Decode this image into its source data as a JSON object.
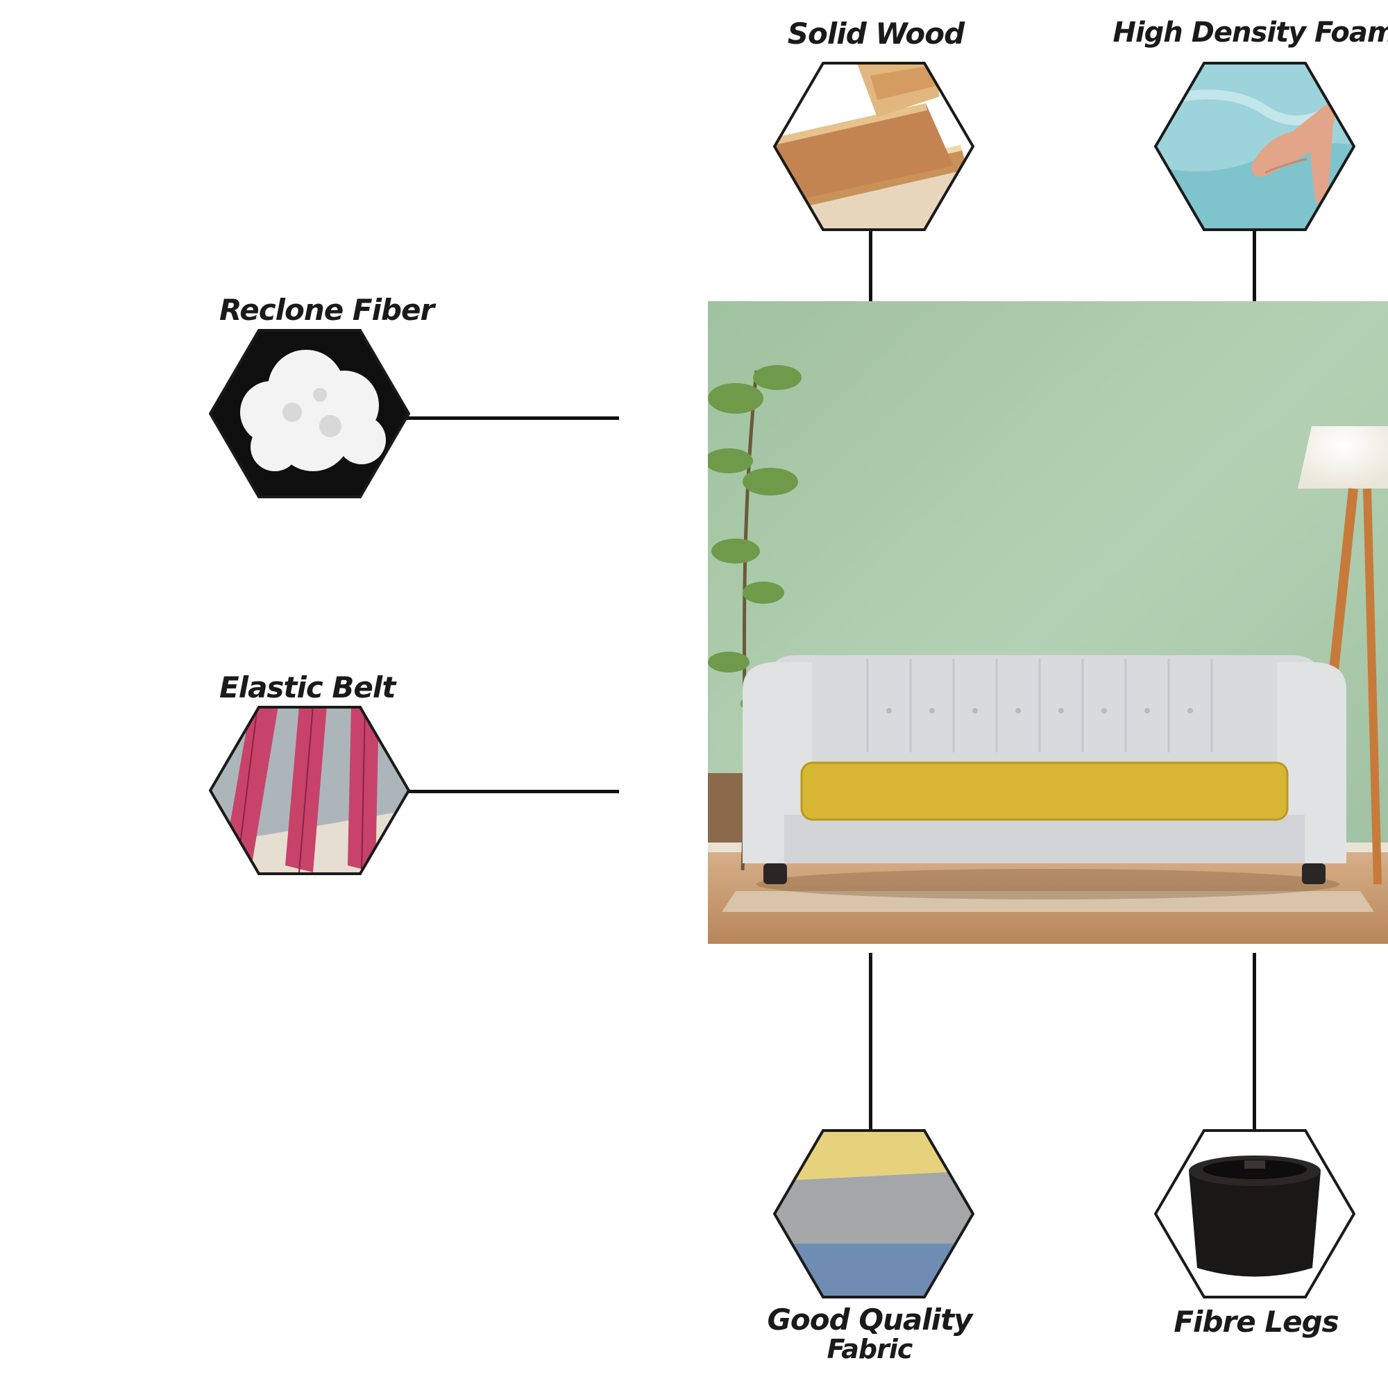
{
  "features": [
    {
      "id": "solid-wood",
      "label": "Solid Wood",
      "icon": "wood-planks-icon"
    },
    {
      "id": "high-density-foam",
      "label": "High Density Foam",
      "icon": "foam-block-icon"
    },
    {
      "id": "reclone-fiber",
      "label": "Reclone Fiber",
      "icon": "fiber-cotton-icon"
    },
    {
      "id": "elastic-belt",
      "label": "Elastic Belt",
      "icon": "elastic-belt-icon"
    },
    {
      "id": "good-quality-fabric",
      "label_line1": "Good Quality",
      "label_line2": "Fabric",
      "icon": "fabric-swatch-icon"
    },
    {
      "id": "fibre-legs",
      "label": "Fibre Legs",
      "icon": "sofa-leg-icon"
    }
  ],
  "product": {
    "image": "sofa-photo",
    "colors": {
      "wall": "#a9c9a9",
      "sofa": "#d9dadc",
      "cushion": "#d6b632",
      "floor": "#c79a6c"
    }
  }
}
